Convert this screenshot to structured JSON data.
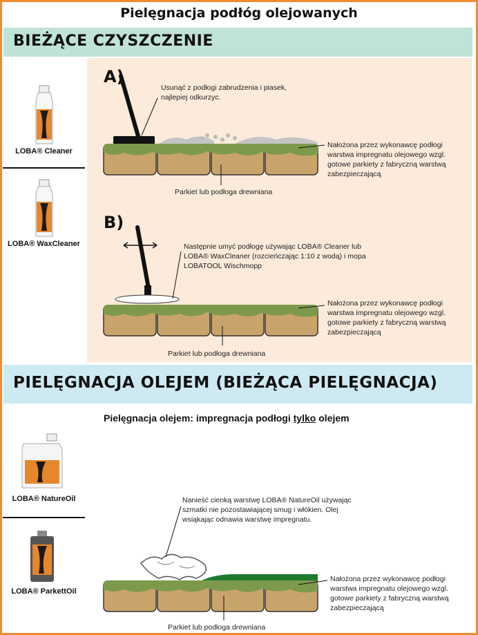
{
  "title": "Pielęgnacja podłóg olejowanych",
  "sections": [
    {
      "heading": "BIEŻĄCE CZYSZCZENIE",
      "products": [
        {
          "label": "LOBA® Cleaner",
          "icon": "bottle-icon"
        },
        {
          "label": "LOBA® WaxCleaner",
          "icon": "bottle-icon"
        }
      ],
      "steps": [
        {
          "letter": "A)",
          "instruction": [
            "Usunąć z podłogi zabrudzenia i piasek,",
            "najlepiej odkurzyc."
          ],
          "layer_note": [
            "Nałożona przez wykonawcę podłogi",
            "warstwa impregnatu olejowego wzgl.",
            "gotowe parkiety z fabryczną warstwą",
            "zabezpieczającą"
          ],
          "floor_label": "Parkiet lub podłoga drewniana"
        },
        {
          "letter": "B)",
          "instruction": [
            "Następnie umyć podłogę używając LOBA® Cleaner lub",
            "LOBA® WaxCleaner (rozcieńczając 1:10 z wodą) i mopa",
            "LOBATOOL Wischmopp"
          ],
          "layer_note": [
            "Nałożona przez wykonawcę podłogi",
            "warstwa impregnatu olejowego wzgl.",
            "gotowe parkiety z fabryczną warstwą",
            "zabezpieczającą"
          ],
          "floor_label": "Parkiet lub podłoga drewniana"
        }
      ]
    },
    {
      "heading": "PIELĘGNACJA OLEJEM (BIEŻĄCA PIELĘGNACJA)",
      "subheading": {
        "before": "Pielęgnacja olejem: impregnacja podłogi ",
        "underlined": "tylko",
        "after": " olejem"
      },
      "products": [
        {
          "label": "LOBA® NatureOil",
          "icon": "canister-icon"
        },
        {
          "label": "LOBA® ParkettOil",
          "icon": "can-icon"
        }
      ],
      "steps": [
        {
          "instruction": [
            "Nanieść cienką warstwę LOBA® NatureOil używając",
            "szmatki nie pozostawiającej smug i włókien. Olej",
            "wsiąkając odnawia warstwę impregnatu."
          ],
          "layer_note": [
            "Nałożona przez wykonawcę podłogi",
            "warstwa impregnatu olejowego wzgl.",
            "gotowe parkiety z fabryczną warstwą",
            "zabezpieczającą"
          ],
          "floor_label": "Parkiet lub podłoga drewniana"
        }
      ]
    }
  ],
  "colors": {
    "frame": "#f28a2e",
    "section1": "#bfe3d6",
    "section2": "#cdeaf3",
    "panel": "#fcebda",
    "wood": "#c9a46a",
    "moss": "#7d9a4c",
    "oil": "#1f7a2e"
  }
}
